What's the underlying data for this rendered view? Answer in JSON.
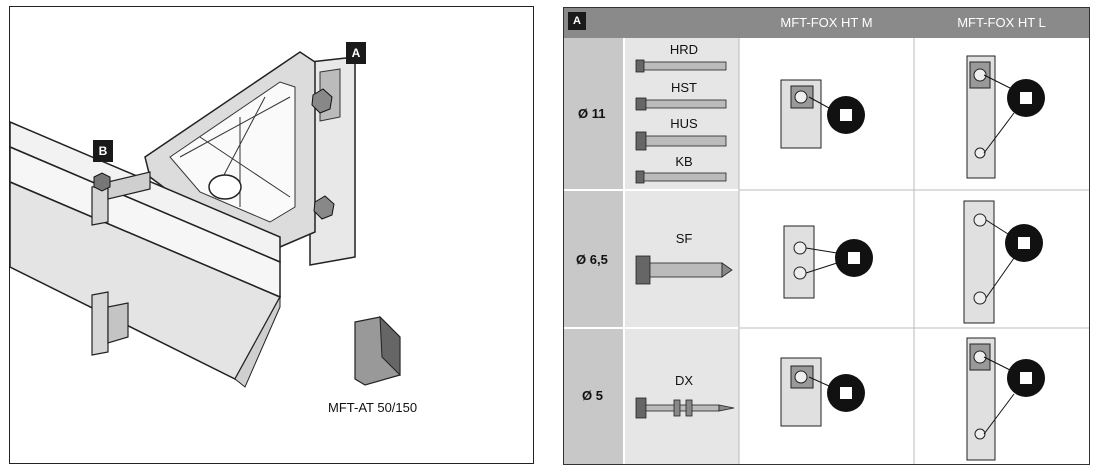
{
  "left_panel": {
    "tag_a": "A",
    "tag_b": "B",
    "caption": "MFT-AT 50/150"
  },
  "table": {
    "header_tag": "A",
    "columns": [
      "MFT-FOX HT M",
      "MFT-FOX HT L"
    ],
    "rows": [
      {
        "diameter": "Ø 11",
        "anchors": [
          "HRD",
          "HST",
          "HUS",
          "KB"
        ]
      },
      {
        "diameter": "Ø 6,5",
        "anchors": [
          "SF"
        ]
      },
      {
        "diameter": "Ø 5",
        "anchors": [
          "DX"
        ]
      }
    ]
  },
  "colors": {
    "header_bg": "#8a8a8a",
    "label_col_bg": "#c8c8c8",
    "anchor_col_bg": "#e6e6e6"
  }
}
